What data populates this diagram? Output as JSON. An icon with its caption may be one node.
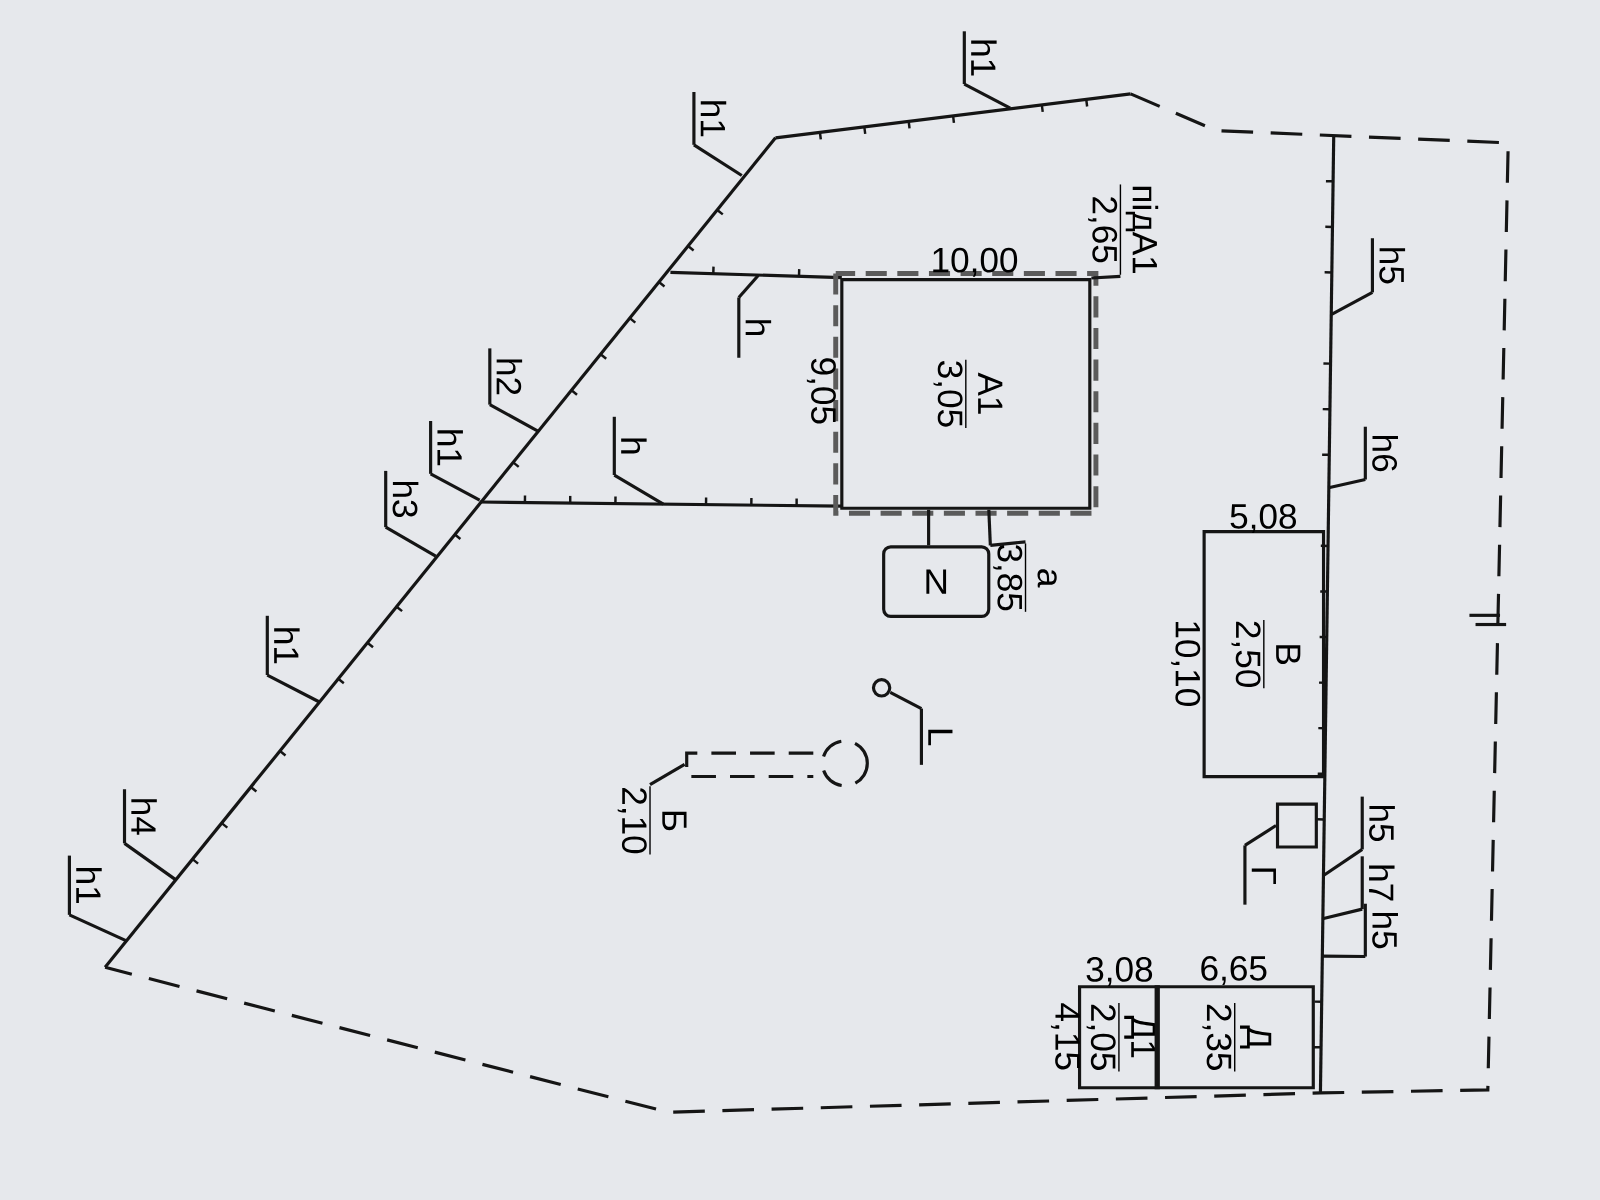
{
  "diagram": {
    "nodes": [
      {
        "text": [
          "А1",
          "3,05"
        ]
      },
      {
        "text": [
          "N"
        ]
      },
      {
        "text": [
          "а",
          "3,85"
        ]
      },
      {
        "text": [
          "підА1",
          "2,65"
        ]
      },
      {
        "text": [],
        "shape": "picture"
      },
      {
        "text": [
          "Б",
          "2,10"
        ]
      },
      {
        "text": [],
        "shape": "circle"
      },
      {
        "text": [
          "L"
        ]
      },
      {
        "text": [
          "В",
          "2,50"
        ]
      },
      {
        "text": [],
        "shape": "box"
      },
      {
        "text": [
          "Г"
        ]
      },
      {
        "text": [
          "Д1",
          "2,05"
        ]
      },
      {
        "text": [
          "Д",
          "2,35"
        ]
      },
      {
        "text": [
          "h1"
        ]
      },
      {
        "text": [
          "h1"
        ]
      },
      {
        "text": [
          "h"
        ]
      },
      {
        "text": [
          "h2"
        ]
      },
      {
        "text": [
          "h1"
        ]
      },
      {
        "text": [
          "h3"
        ]
      },
      {
        "text": [
          "h"
        ]
      },
      {
        "text": [
          "h1"
        ]
      },
      {
        "text": [
          "h4"
        ]
      },
      {
        "text": [
          "h1"
        ]
      },
      {
        "text": [
          "h5"
        ]
      },
      {
        "text": [
          "h6"
        ]
      },
      {
        "text": [
          "h5"
        ]
      },
      {
        "text": [
          "h7"
        ]
      },
      {
        "text": [
          "h5"
        ]
      }
    ],
    "edges": [
      {
        "from": 0,
        "to": 1,
        "arrow": "none"
      },
      {
        "from": 0,
        "to": 1,
        "arrow": "none"
      },
      {
        "from": 2,
        "to": 1,
        "arrow": "none"
      },
      {
        "from": 3,
        "to": 0,
        "arrow": "none"
      },
      {
        "from": 5,
        "to": 4,
        "arrow": "none"
      },
      {
        "from": 7,
        "to": 6,
        "arrow": "none"
      },
      {
        "from": 10,
        "to": 9,
        "arrow": "none"
      },
      {
        "from": 13,
        "to": null,
        "arrow": "none"
      },
      {
        "from": 14,
        "to": null,
        "arrow": "none"
      },
      {
        "from": 15,
        "to": null,
        "arrow": "none"
      },
      {
        "from": 16,
        "to": null,
        "arrow": "none"
      },
      {
        "from": 17,
        "to": null,
        "arrow": "none"
      },
      {
        "from": 18,
        "to": null,
        "arrow": "none"
      },
      {
        "from": 19,
        "to": null,
        "arrow": "none"
      },
      {
        "from": 20,
        "to": null,
        "arrow": "none"
      },
      {
        "from": 21,
        "to": null,
        "arrow": "none"
      },
      {
        "from": 22,
        "to": null,
        "arrow": "none"
      },
      {
        "from": 23,
        "to": null,
        "arrow": "none"
      },
      {
        "from": 24,
        "to": null,
        "arrow": "none"
      },
      {
        "from": 25,
        "to": null,
        "arrow": "none"
      },
      {
        "from": 26,
        "to": null,
        "arrow": "none"
      },
      {
        "from": 27,
        "to": null,
        "arrow": "none"
      }
    ],
    "labels": [
      "10,00",
      "9,05",
      "5,08",
      "10,10",
      "3,08",
      "6,65",
      "4,15"
    ]
  }
}
